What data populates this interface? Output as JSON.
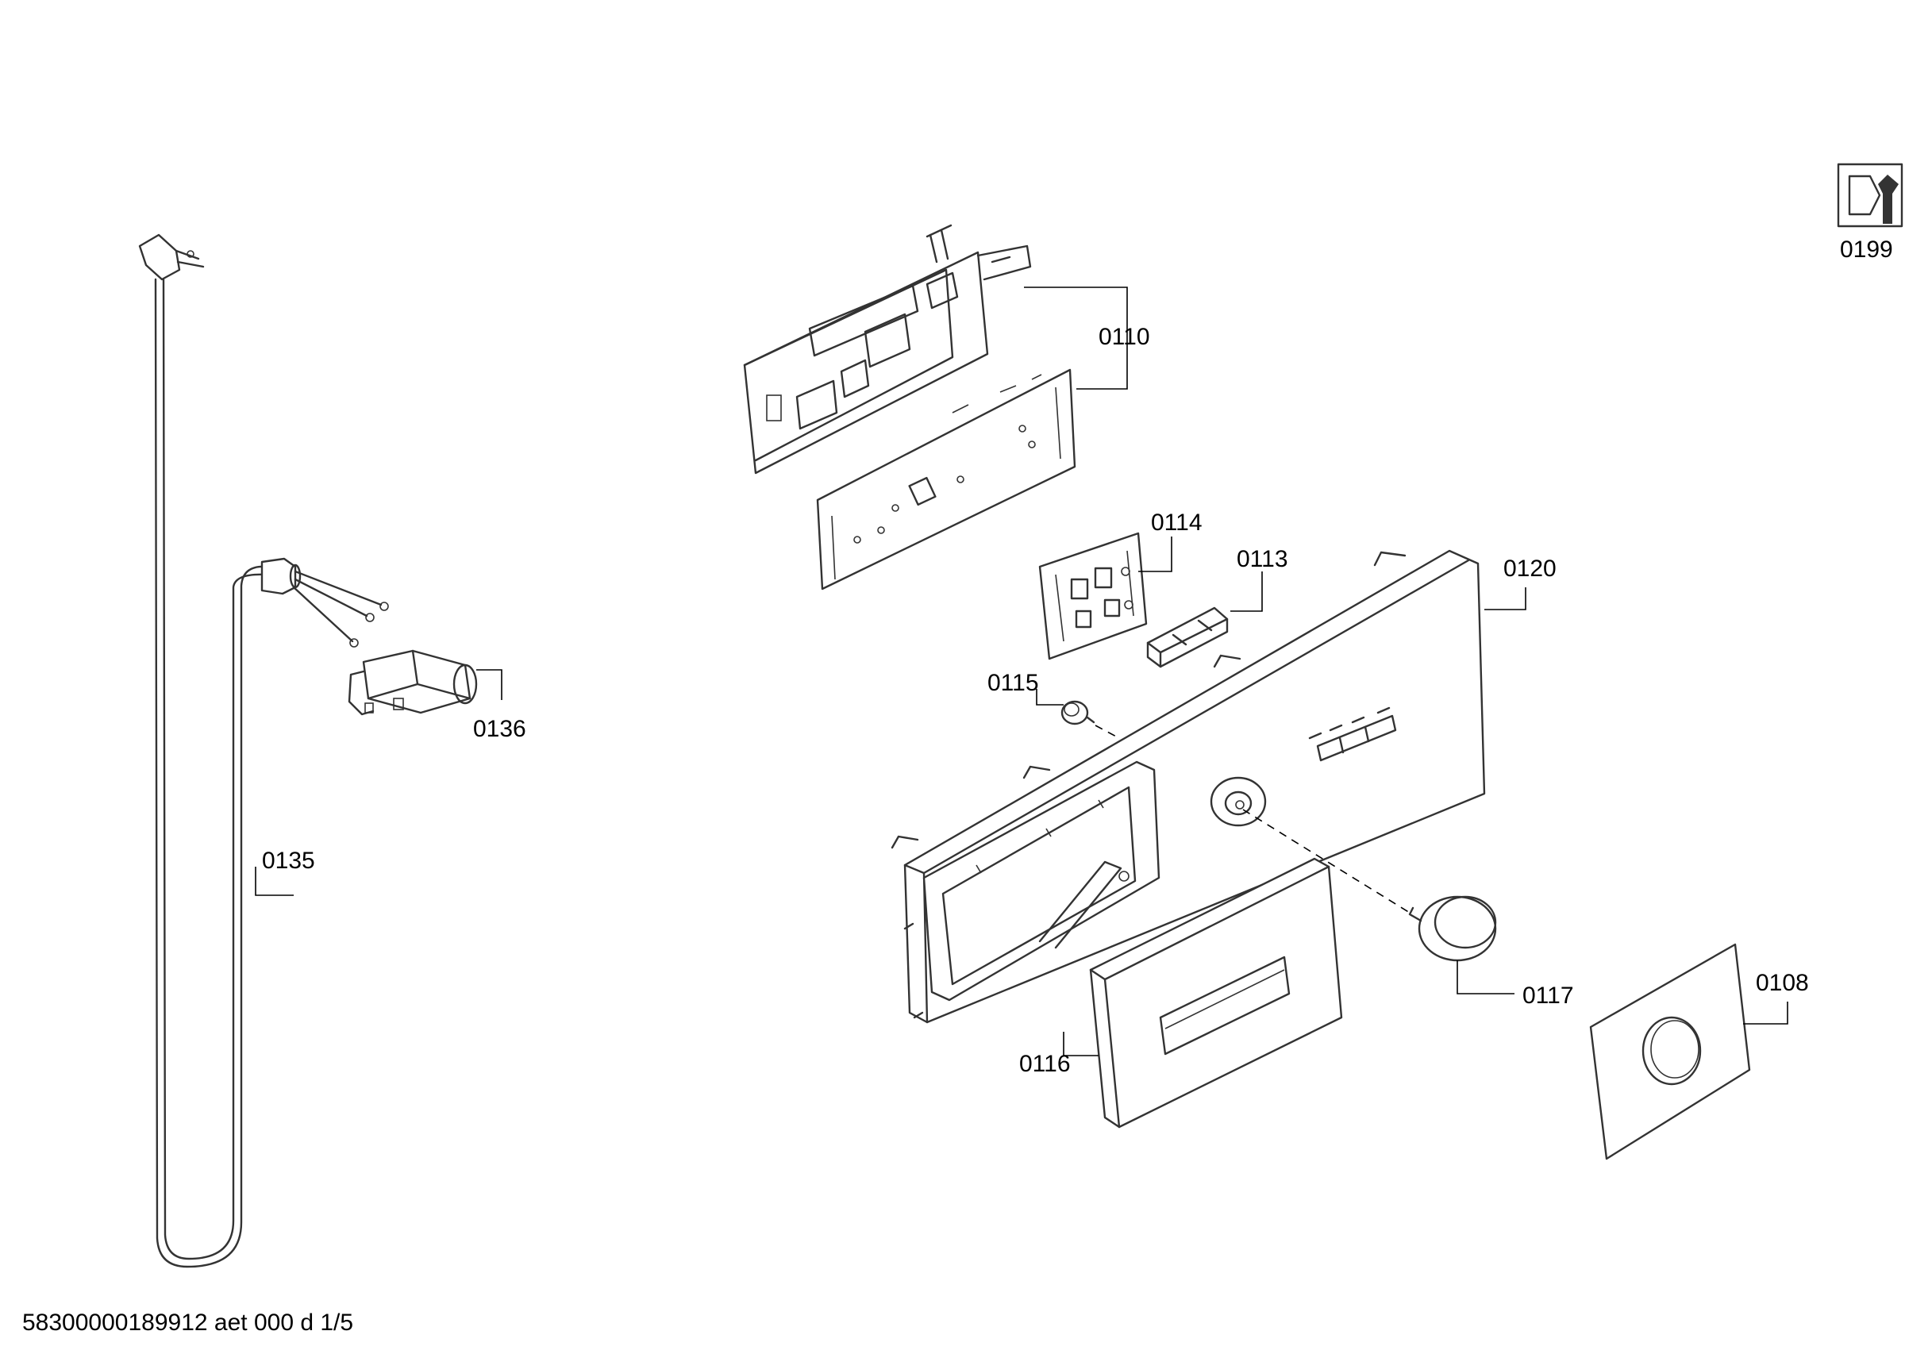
{
  "callouts": {
    "c0110": "0110",
    "c0114": "0114",
    "c0113": "0113",
    "c0120": "0120",
    "c0115": "0115",
    "c0136": "0136",
    "c0135": "0135",
    "c0117": "0117",
    "c0108": "0108",
    "c0116": "0116",
    "c0199": "0199"
  },
  "footer": {
    "doc_id": "58300000189912 aet 000 d 1/5"
  },
  "icons": {
    "service_icon": "wrench-nut-icon"
  },
  "colors": {
    "line": "#333333",
    "background": "#ffffff"
  }
}
